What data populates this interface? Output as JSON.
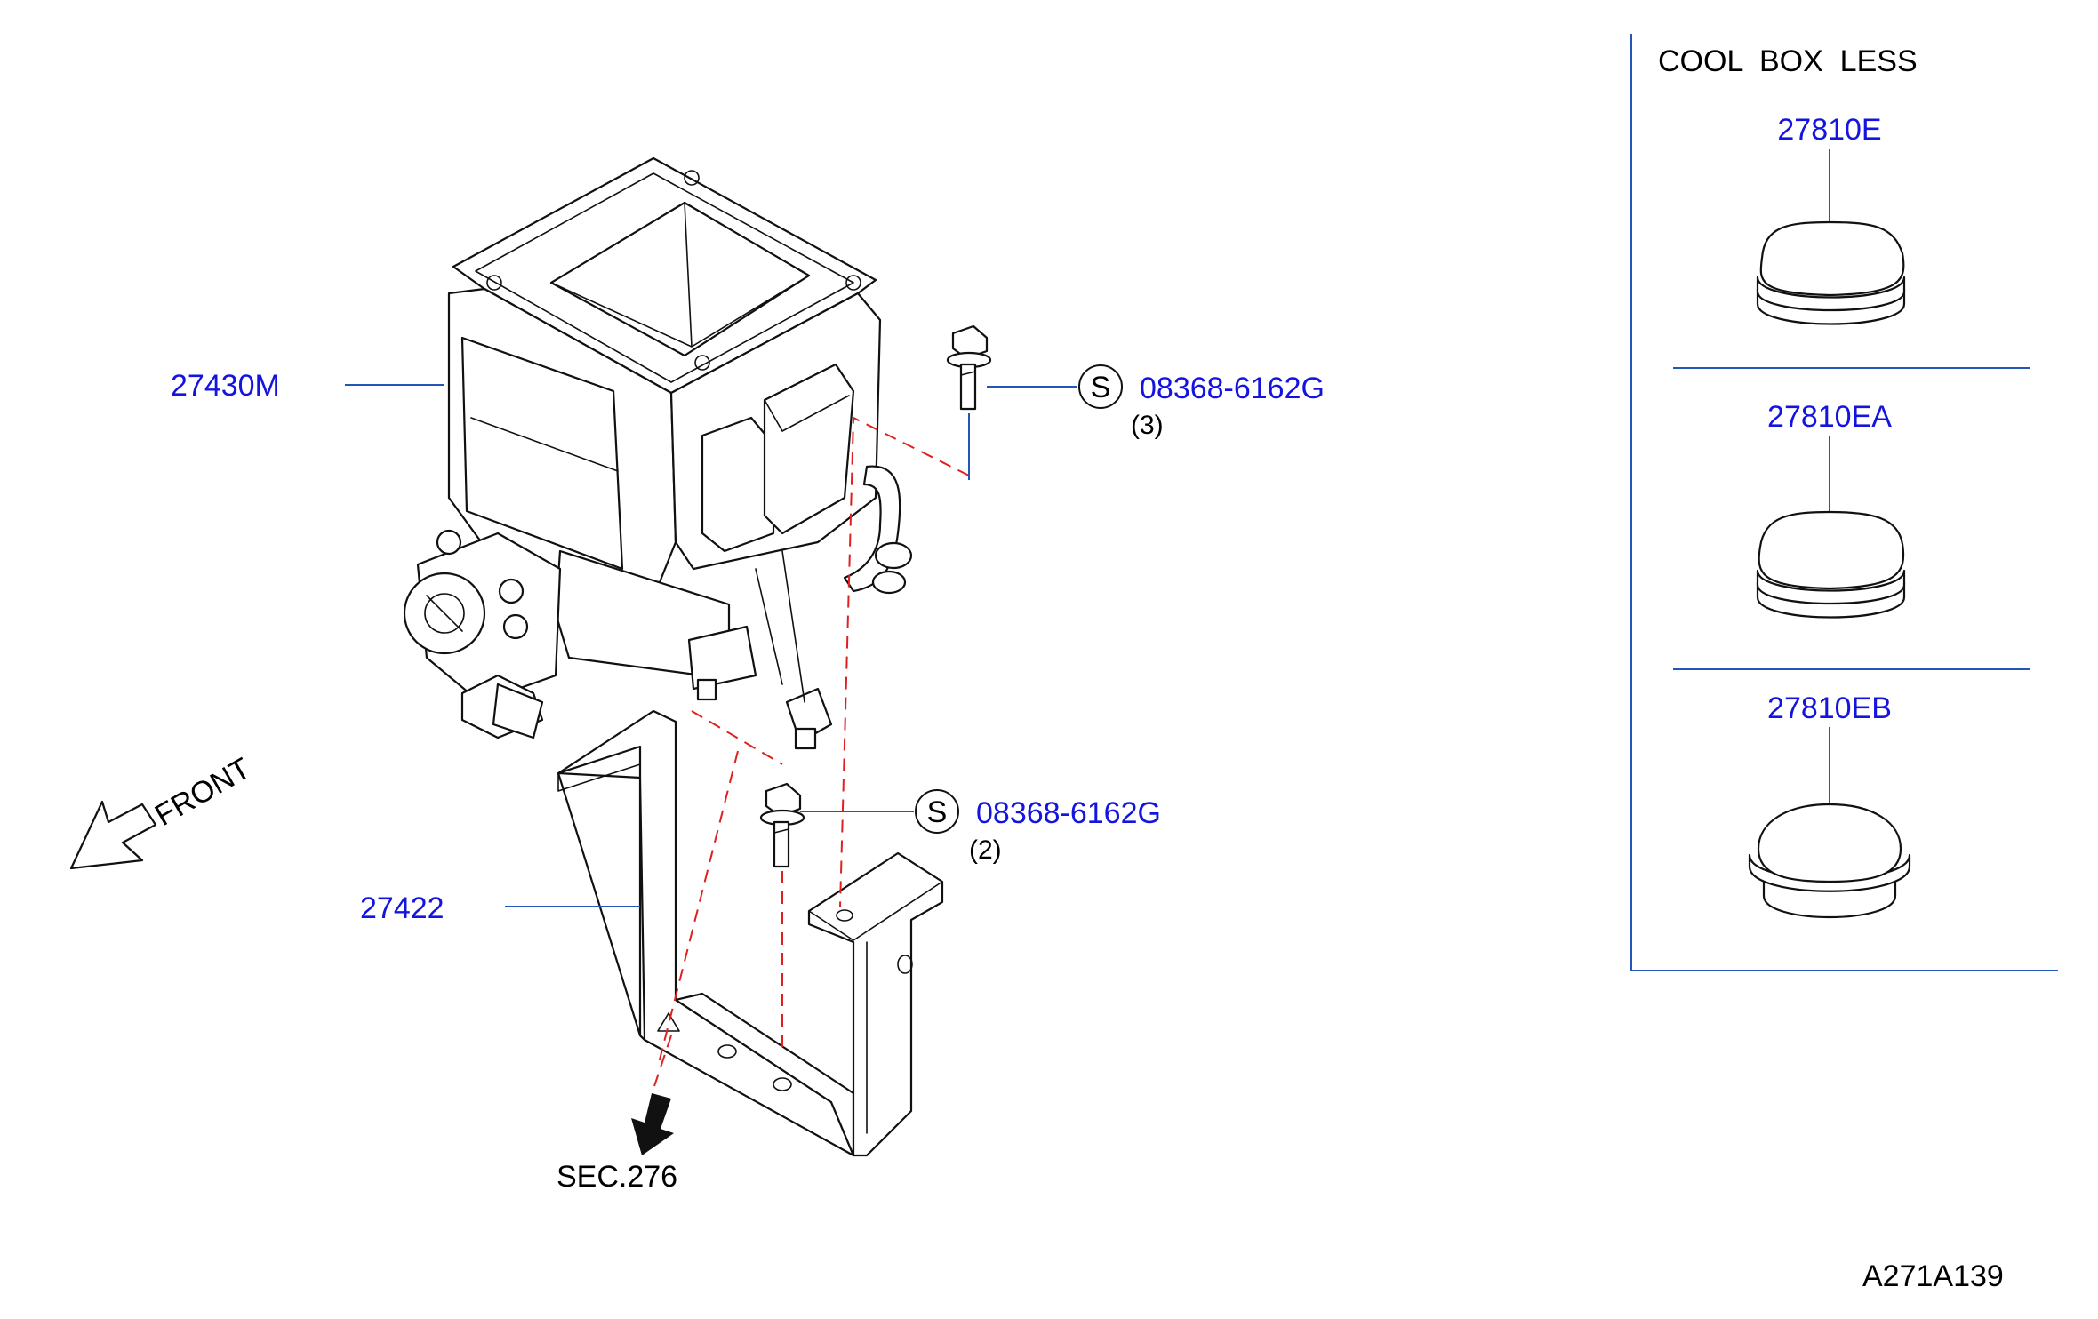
{
  "parts": {
    "heater_unit": "27430M",
    "bracket": "27422",
    "bolt_upper": {
      "symbol": "S",
      "number": "08368-6162G",
      "qty": "(3)"
    },
    "bolt_lower": {
      "symbol": "S",
      "number": "08368-6162G",
      "qty": "(2)"
    }
  },
  "reference": {
    "section": "SEC.276"
  },
  "direction": {
    "label": "FRONT"
  },
  "cool_box_less": {
    "title": "COOL  BOX  LESS",
    "items": [
      "27810E",
      "27810EA",
      "27810EB"
    ]
  },
  "diagram_id": "A271A139",
  "colors": {
    "part_number": "#1414e0",
    "leader": "#2456b8",
    "guide": "#e02020"
  }
}
